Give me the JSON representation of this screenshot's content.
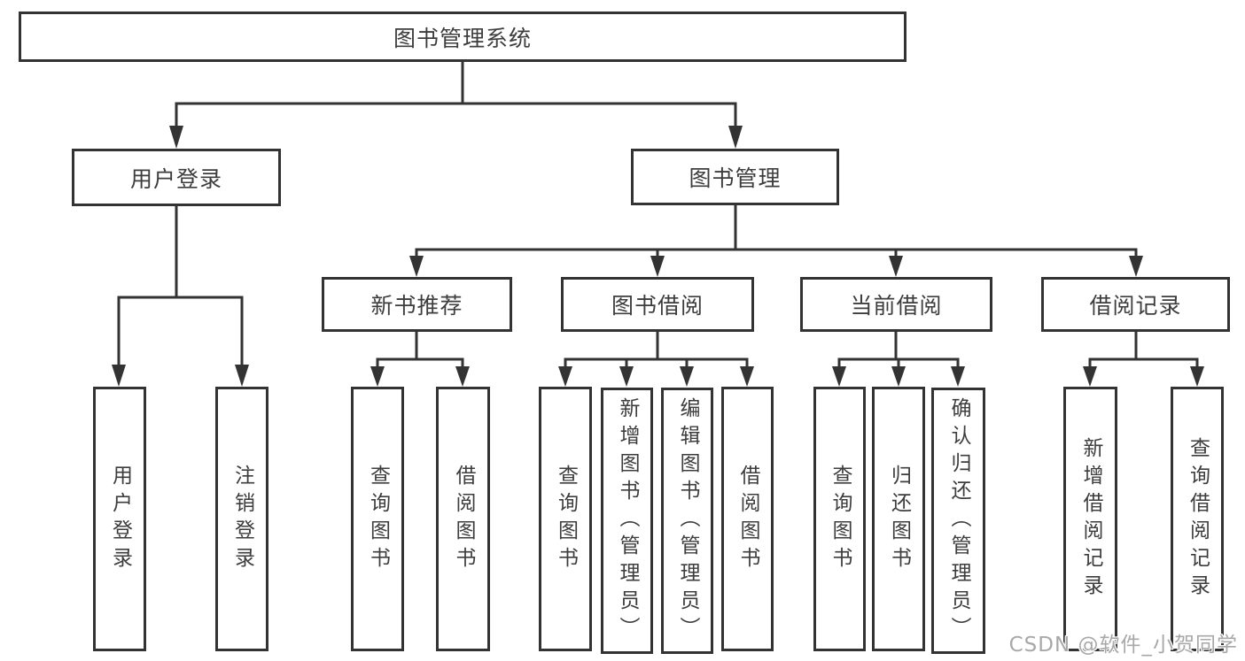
{
  "tree": {
    "root": {
      "label": "图书管理系统"
    },
    "branches": [
      {
        "label": "用户登录",
        "children": [
          {
            "label": "用户登录"
          },
          {
            "label": "注销登录"
          }
        ]
      },
      {
        "label": "图书管理",
        "children": [
          {
            "label": "新书推荐",
            "children": [
              {
                "label": "查询图书"
              },
              {
                "label": "借阅图书"
              }
            ]
          },
          {
            "label": "图书借阅",
            "children": [
              {
                "label": "查询图书"
              },
              {
                "label": "新增图书（管理员）"
              },
              {
                "label": "编辑图书（管理员）"
              },
              {
                "label": "借阅图书"
              }
            ]
          },
          {
            "label": "当前借阅",
            "children": [
              {
                "label": "查询图书"
              },
              {
                "label": "归还图书"
              },
              {
                "label": "确认归还（管理员）"
              }
            ]
          },
          {
            "label": "借阅记录",
            "children": [
              {
                "label": "新增借阅记录"
              },
              {
                "label": "查询借阅记录"
              }
            ]
          }
        ]
      }
    ]
  },
  "watermark": {
    "text": "CSDN @软件_小贺同学"
  },
  "colors": {
    "line": "#333333",
    "box_border": "#333333",
    "text": "#3d3d3d",
    "background": "#ffffff",
    "watermark": "#a8a8a8"
  }
}
